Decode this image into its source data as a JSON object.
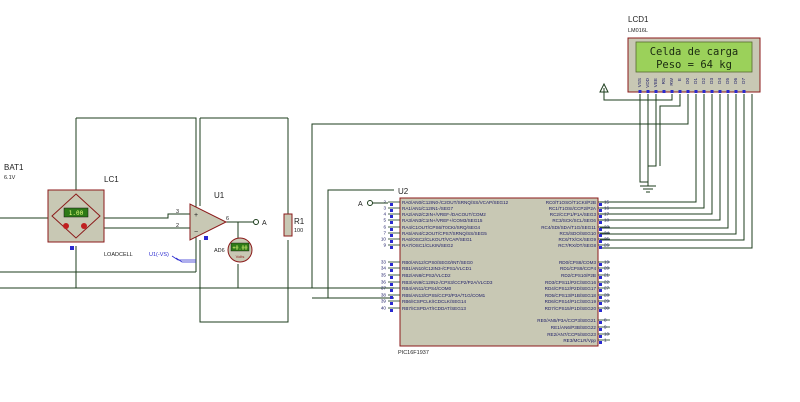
{
  "lcd": {
    "ref": "LCD1",
    "part": "LM016L",
    "line1": "Celda de carga",
    "line2": "Peso = 64 kg",
    "pins": [
      "VSS",
      "VDD",
      "VEE",
      "RS",
      "RW",
      "E",
      "D0",
      "D1",
      "D2",
      "D3",
      "D4",
      "D5",
      "D6",
      "D7"
    ]
  },
  "battery": {
    "ref": "BAT1",
    "value": "6.1V"
  },
  "loadcell": {
    "ref": "LC1",
    "name": "LOADCELL",
    "display": "1.00"
  },
  "opamp": {
    "ref": "U1",
    "part": "AD6",
    "vs_label": "U1(-VS)",
    "pin_plus": "3",
    "pin_minus": "2",
    "pin_out": "6"
  },
  "resistor": {
    "ref": "R1",
    "value": "100"
  },
  "voltmeter": {
    "display": "+0.00",
    "unit": "Volts"
  },
  "terminal": {
    "label": "A"
  },
  "mcu": {
    "ref": "U2",
    "part": "PIC16F1937",
    "left_pins": [
      {
        "num": "2",
        "name": "RA0/AN0/C12IN0-/C2OUT/SRNQ/SS/VCAP/SEG12"
      },
      {
        "num": "3",
        "name": "RA1/AN1/C12IN1-/SEG7"
      },
      {
        "num": "4",
        "name": "RA2/AN2/C2IN+/VREF-/DACOUT/COM2"
      },
      {
        "num": "5",
        "name": "RA3/AN3/C1IN+/VREF+/COM3/SEG15"
      },
      {
        "num": "6",
        "name": "RA4/C1OUT/CPS6/T0CKI/SRQ/SEG4"
      },
      {
        "num": "7",
        "name": "RA5/AN4/C2OUT/CPS7/SRNQ/SS/SEG5"
      },
      {
        "num": "10",
        "name": "RA6/OSC2/CLKOUT/VCAP/SEG1"
      },
      {
        "num": "9",
        "name": "RA7/OSC1/CLKIN/SEG2"
      },
      {
        "num": "33",
        "name": "RB0/AN12/CPS0/SEG0/INT/SEG0"
      },
      {
        "num": "34",
        "name": "RB1/AN10/C12IN3-/CPS1/VLCD1"
      },
      {
        "num": "35",
        "name": "RB2/AN8/CPS2/VLCD2"
      },
      {
        "num": "36",
        "name": "RB3/AN9/C12IN2-/CPS3/CCP2/P2A/VLCD3"
      },
      {
        "num": "37",
        "name": "RB4/AN11/CPS4/COM0"
      },
      {
        "num": "38",
        "name": "RB5/AN13/CPS5/CCP3/P3A/T1G/COM1"
      },
      {
        "num": "39",
        "name": "RB6/ICSPCLK/ICDCLK/SEG14"
      },
      {
        "num": "40",
        "name": "RB7/ICSPDAT/ICDDAT/SEG13"
      }
    ],
    "right_pins": [
      {
        "num": "15",
        "name": "RC0/T1OSO/T1CKI/P2B"
      },
      {
        "num": "16",
        "name": "RC1/T1OSI/CCP2/P2A"
      },
      {
        "num": "17",
        "name": "RC2/CCP1/P1A/SEG3"
      },
      {
        "num": "18",
        "name": "RC3/SCK/SCL/SEG6"
      },
      {
        "num": "23",
        "name": "RC4/SDI/SDA/T1G/SEG11"
      },
      {
        "num": "24",
        "name": "RC5/SDO/SEG10"
      },
      {
        "num": "25",
        "name": "RC6/TX/CK/SEG9"
      },
      {
        "num": "26",
        "name": "RC7/RX/DT/SEG8"
      },
      {
        "num": "19",
        "name": "RD0/CPS8/COM3"
      },
      {
        "num": "20",
        "name": "RD1/CPS9/CCP4"
      },
      {
        "num": "21",
        "name": "RD2/CPS10/P2B"
      },
      {
        "num": "22",
        "name": "RD3/CPS11/P2C/SEG16"
      },
      {
        "num": "27",
        "name": "RD4/CPS12/P2D/SEG17"
      },
      {
        "num": "28",
        "name": "RD5/CPS13/P1B/SEG18"
      },
      {
        "num": "29",
        "name": "RD6/CPS14/P1C/SEG19"
      },
      {
        "num": "30",
        "name": "RD7/CPS15/P1D/SEG20"
      },
      {
        "num": "8",
        "name": "RE0/AN5/P3A/CCP3/SEG21"
      },
      {
        "num": "9",
        "name": "RE1/AN6/P3B/SEG22"
      },
      {
        "num": "10",
        "name": "RE2/AN7/CCP5/SEG23"
      },
      {
        "num": "1",
        "name": "RE3/MCLR/Vpp"
      }
    ]
  },
  "colors": {
    "wire": "#1c3d1c",
    "component": "#8b1a1a",
    "body": "#c8c8b4",
    "pin_text": "#1a1a66",
    "lcd_bg": "#9bd15a",
    "lcd_text": "#1a2a10",
    "pin_marker": "#2a2ad0"
  }
}
